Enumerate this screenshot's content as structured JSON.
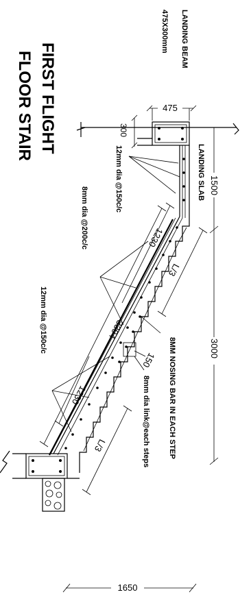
{
  "title": {
    "line1": "FIRST FLIGHT",
    "line2": "FLOOR  STAIR",
    "prefix": "F"
  },
  "labels": {
    "landing_beam": "LANDING  BEAM",
    "landing_beam_size": "475X300mm",
    "landing_slab": "LANDING SLAB",
    "bar_12_top": "12mm dia @150c/c",
    "bar_8_200": "8mm dia @200c/c",
    "bar_12_bottom": "12mm dia @150c/c",
    "nosing_bar": "8MM NOSING BAR IN EACH STEP",
    "link": "8mm dia link@each steps"
  },
  "dimensions": {
    "beam_width": "475",
    "beam_depth": "300",
    "landing_length": "1500",
    "total_length": "3000",
    "l_third_top": "L/3",
    "l_third_bottom": "L/3",
    "seg_top": "1230",
    "diagonal": "3394",
    "seg_bottom": "1230",
    "waist": "150",
    "bottom_width": "1650"
  }
}
